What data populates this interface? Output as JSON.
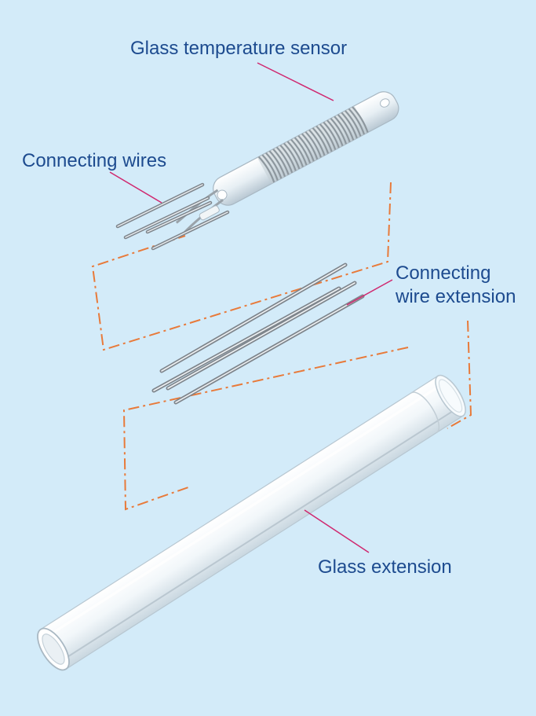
{
  "labels": {
    "sensor": "Glass temperature sensor",
    "wires": "Connecting wires",
    "extension_line1": "Connecting",
    "extension_line2": "wire extension",
    "glass_extension": "Glass extension"
  },
  "colors": {
    "background": "#d3ebf9",
    "label_text": "#1d4b8f",
    "leader_line": "#d0286f",
    "dash_frame": "#e87a3a",
    "wire": "#8a8f96",
    "glass": "#f6fafc"
  }
}
